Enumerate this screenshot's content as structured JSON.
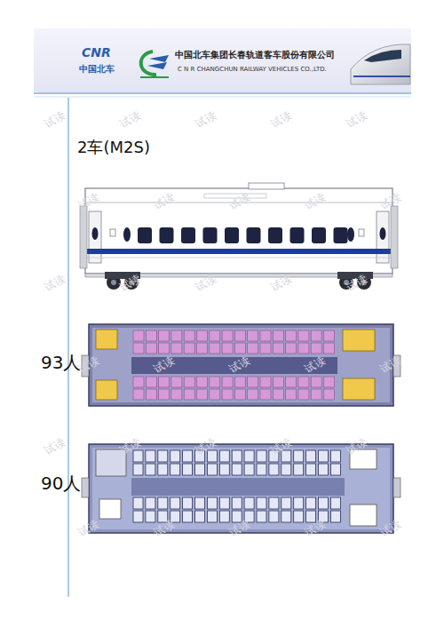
{
  "diagram": {
    "title": "2车(M2S)",
    "labels": [
      "CNR",
      "中国北车",
      "中国北车集团长春轨道客车股份有限公司",
      "C N R CHANGCHUN RAILWAY VEHICLES CO.,LTD.",
      "93人",
      "90人",
      "试读",
      "试读",
      "试读",
      "试读",
      "试读",
      "试读",
      "试读",
      "试读",
      "试读",
      "试读",
      "试读",
      "试读",
      "试读",
      "试读",
      "试读",
      "试读",
      "试读",
      "试读",
      "试读",
      "试读",
      "试读",
      "试读",
      "试读",
      "试读",
      "试读",
      "试读",
      "试读",
      "试读",
      "试读",
      "试读"
    ]
  }
}
